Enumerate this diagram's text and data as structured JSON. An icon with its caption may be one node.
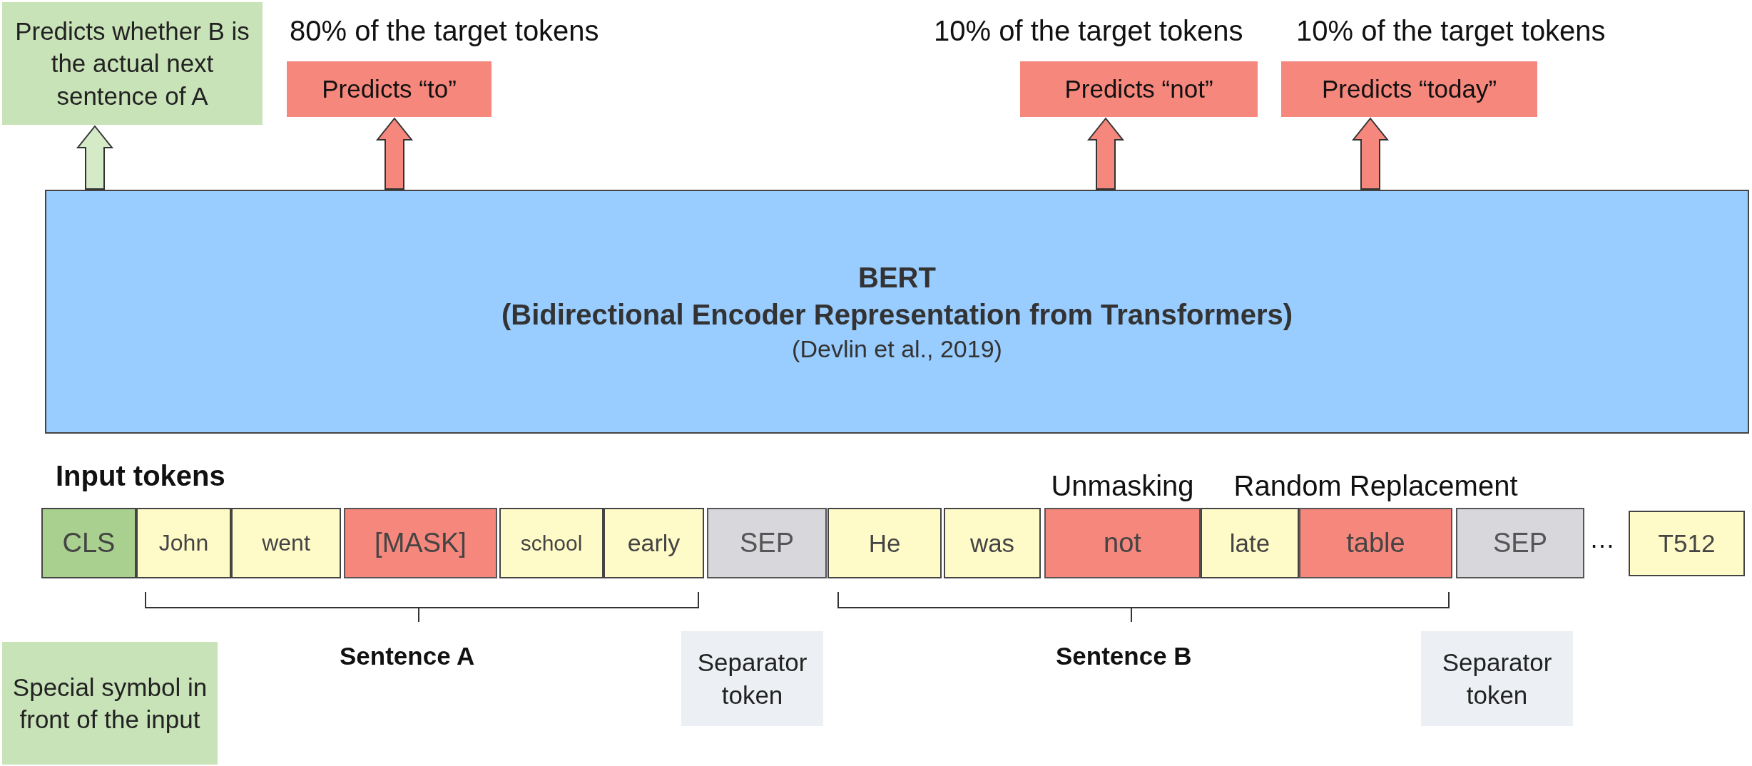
{
  "diagram": {
    "nodes": [
      {
        "text": [
          "Predicts whether B is the actual next sentence of A"
        ]
      },
      {
        "text": [
          "Predicts “to”"
        ],
        "beside": [
          "80% of the target tokens"
        ]
      },
      {
        "text": [
          "Predicts “not”"
        ],
        "beside": [
          "10% of the target tokens"
        ]
      },
      {
        "text": [
          "Predicts “today”"
        ],
        "beside": [
          "10% of the target tokens"
        ]
      },
      {
        "text": [
          "BERT",
          "(Bidirectional Encoder Representation from Transformers)",
          "(Devlin et al., 2019)"
        ]
      },
      {
        "text": [
          "CLS"
        ]
      },
      {
        "text": [
          "John"
        ]
      },
      {
        "text": [
          "went"
        ]
      },
      {
        "text": [
          "[MASK]"
        ]
      },
      {
        "text": [
          "school"
        ]
      },
      {
        "text": [
          "early"
        ]
      },
      {
        "text": [
          "SEP"
        ]
      },
      {
        "text": [
          "He"
        ]
      },
      {
        "text": [
          "was"
        ]
      },
      {
        "text": [
          "not"
        ],
        "beside": [
          "Unmasking"
        ]
      },
      {
        "text": [
          "late"
        ]
      },
      {
        "text": [
          "table"
        ],
        "beside": [
          "Random Replacement"
        ]
      },
      {
        "text": [
          "SEP"
        ]
      },
      {
        "text": [
          "T512"
        ]
      },
      {
        "text": [
          "Special symbol in front of the input"
        ]
      },
      {
        "text": [
          "Separator token"
        ]
      },
      {
        "text": [
          "Separator token"
        ]
      }
    ],
    "edges": [
      {
        "from": 4,
        "to": 0,
        "arrow": "to",
        "color": "#d5eac6"
      },
      {
        "from": 4,
        "to": 1,
        "arrow": "to"
      },
      {
        "from": 4,
        "to": 2,
        "arrow": "to"
      },
      {
        "from": 4,
        "to": 3,
        "arrow": "to"
      }
    ],
    "labels": [
      "Input tokens",
      "…",
      "Sentence A",
      "Sentence B"
    ]
  }
}
